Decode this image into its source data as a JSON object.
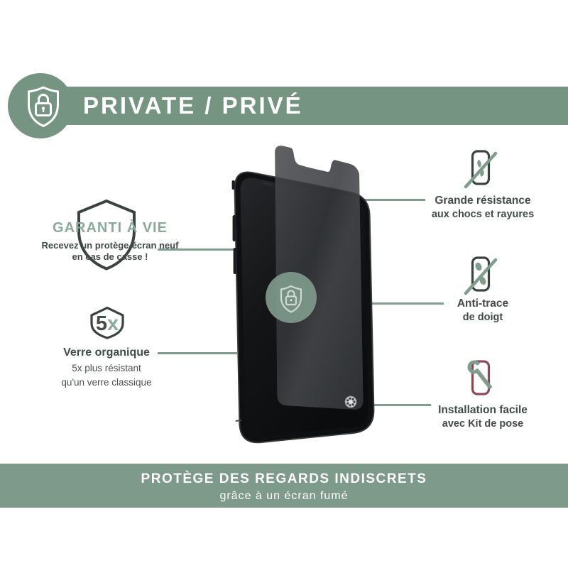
{
  "banner": {
    "label": "PRIVATE / PRIVÉ"
  },
  "warranty": {
    "title": "GARANTI À VIE",
    "line1": "Recevez un protège-écran neuf",
    "line2": "en cas de casse !"
  },
  "durability": {
    "badge_number": "5",
    "badge_suffix": "x",
    "title": "Verre organique",
    "line1": "5x plus résistant",
    "line2": "qu'un verre classique"
  },
  "features": [
    {
      "icon": "cracked-phone-crossed-icon",
      "line1": "Grande résistance",
      "line2": "aux chocs et rayures"
    },
    {
      "icon": "fingerprint-phone-crossed-icon",
      "line1": "Anti-trace",
      "line2": "de doigt"
    },
    {
      "icon": "wrench-phone-icon",
      "line1": "Installation facile",
      "line2": "avec Kit de pose"
    }
  ],
  "footer": {
    "title": "PROTÈGE DES REGARDS INDISCRETS",
    "subtitle": "grâce à un écran fumé"
  },
  "colors": {
    "banner_green": "#769482",
    "footer_green": "#7D9A8B",
    "accent_sage": "#7F9C8C",
    "title_sage": "#8CAA9B",
    "text_dark": "#414B47",
    "maroon_accent": "#8C4A55",
    "protector_gray": "#303235"
  }
}
